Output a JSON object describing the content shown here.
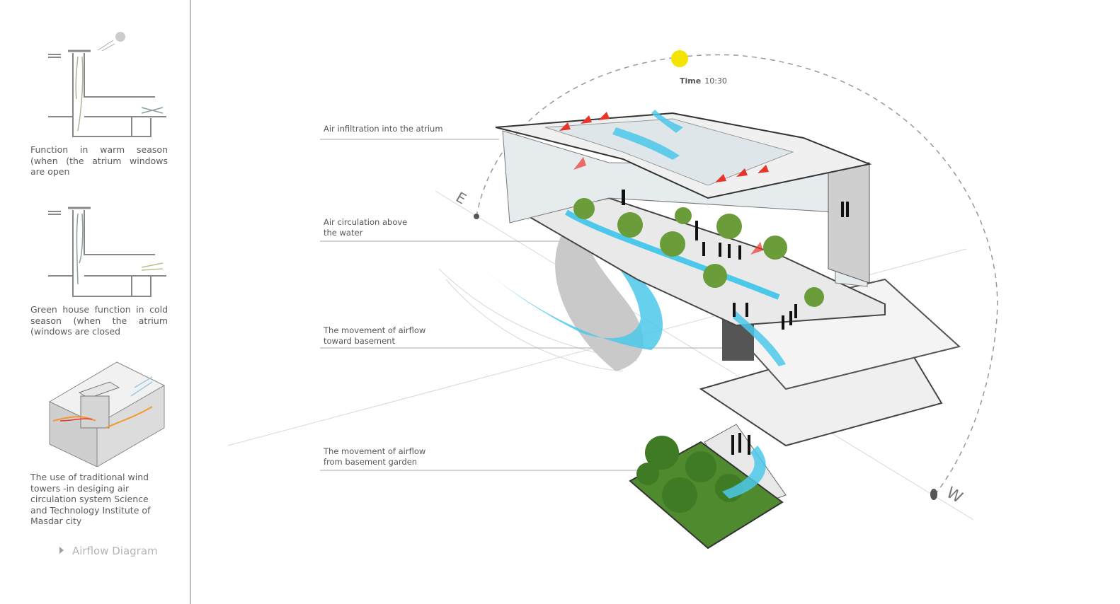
{
  "sidebar": {
    "captions": [
      "Function in warm season (when (the atrium windows are open",
      "Green house function in cold season (when the atrium (windows are closed",
      "The use of traditional wind towers -in desiging air circulation system Science and Technology Institute of Masdar city"
    ],
    "nav_label": "Airflow Diagram"
  },
  "diagram": {
    "time_label": "Time",
    "time_value": "10:30",
    "compass": {
      "east": "E",
      "west": "W"
    },
    "labels": [
      "Air infiltration into the atrium",
      "Air circulation above\nthe water",
      "The movement of airflow\ntoward basement",
      "The movement of airflow\nfrom basement garden"
    ],
    "colors": {
      "sun": "#f5e400",
      "airflow_cool": "#4cc8ea",
      "airflow_warm": "#e8352b",
      "greenery": "#4f8a2e"
    }
  }
}
